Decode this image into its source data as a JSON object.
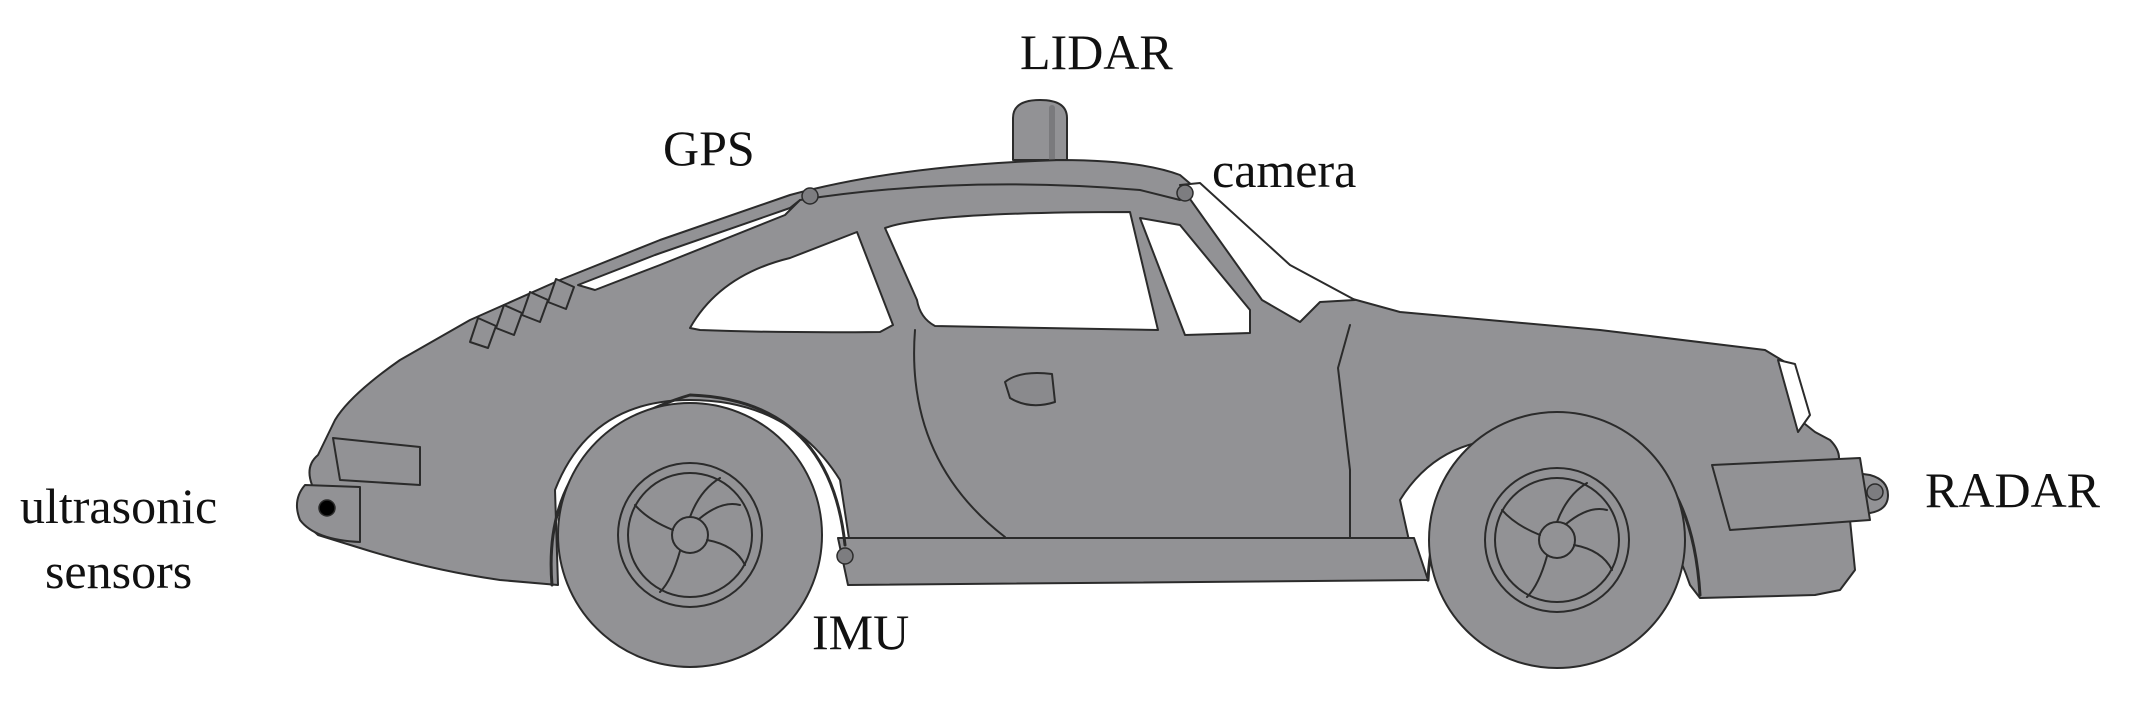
{
  "labels": {
    "lidar": "LIDAR",
    "gps": "GPS",
    "camera": "camera",
    "ultrasonic_line1": "ultrasonic",
    "ultrasonic_line2": "sensors",
    "imu": "IMU",
    "radar": "RADAR"
  },
  "colors": {
    "body": "#929295",
    "outline": "#2b2b2b",
    "window": "#ffffff",
    "sensor_dot": "#5a5a5c",
    "background": "#ffffff"
  }
}
